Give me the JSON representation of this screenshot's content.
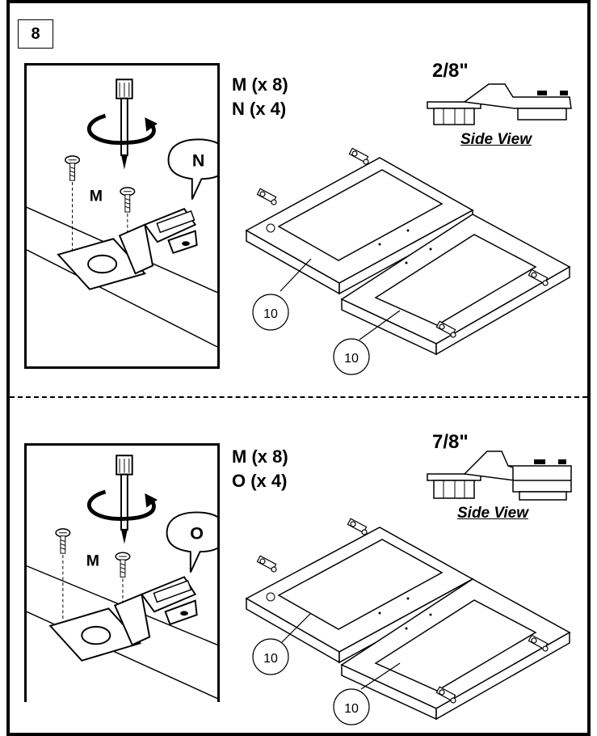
{
  "step": {
    "number": "8"
  },
  "top": {
    "qty_line1": "M (x 8)",
    "qty_line2": "N (x 4)",
    "hinge_letter": "N",
    "screw_letter": "M",
    "dimension": "2/8\"",
    "side_view": "Side View",
    "callout_a": "10",
    "callout_b": "10"
  },
  "bottom": {
    "qty_line1": "M (x 8)",
    "qty_line2": "O (x 4)",
    "hinge_letter": "O",
    "screw_letter": "M",
    "dimension": "7/8\"",
    "side_view": "Side View",
    "callout_a": "10",
    "callout_b": "10"
  }
}
